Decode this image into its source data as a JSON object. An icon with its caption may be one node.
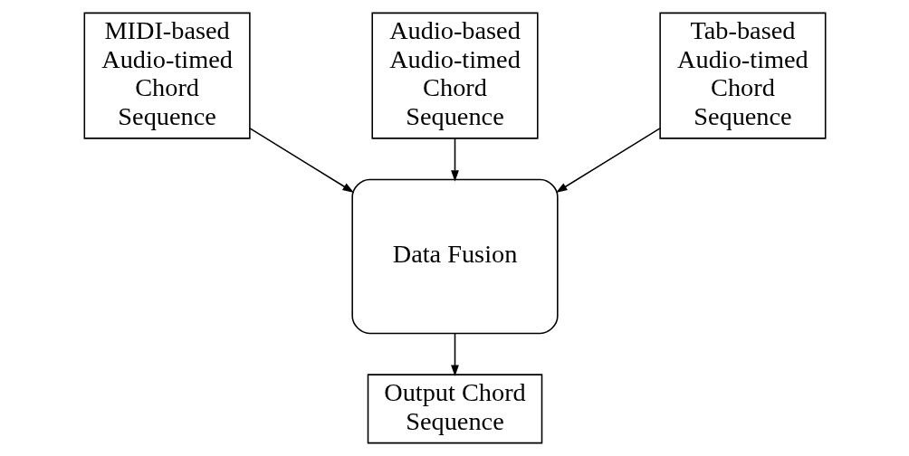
{
  "diagram": {
    "nodes": [
      {
        "text": [
          "MIDI-based Audio-timed Chord Sequence"
        ]
      },
      {
        "text": [
          "Audio-based Audio-timed Chord Sequence"
        ]
      },
      {
        "text": [
          "Tab-based Audio-timed Chord Sequence"
        ]
      },
      {
        "text": [
          "Data Fusion"
        ]
      },
      {
        "text": [
          "Output Chord Sequence"
        ]
      }
    ],
    "edges": [
      {
        "from": 0,
        "to": 3,
        "arrow": "to"
      },
      {
        "from": 1,
        "to": 3,
        "arrow": "to"
      },
      {
        "from": 2,
        "to": 3,
        "arrow": "to"
      },
      {
        "from": 3,
        "to": 4,
        "arrow": "to"
      }
    ]
  }
}
